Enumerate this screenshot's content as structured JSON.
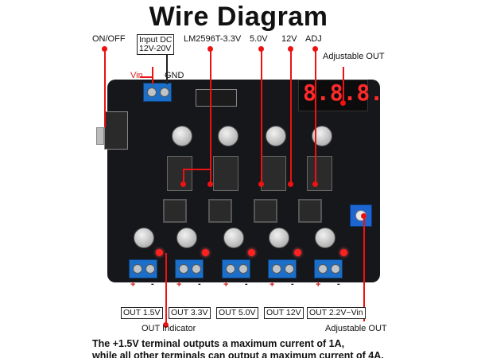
{
  "title": "Wire Diagram",
  "labels": {
    "on_off": "ON/OFF",
    "input_dc": "Input DC",
    "input_range": "12V-20V",
    "vin": "Vin",
    "gnd": "GND",
    "lm2596": "LM2596T-3.3V",
    "v5": "5.0V",
    "v12": "12V",
    "adj": "ADJ",
    "adjustable_out_top": "Adjustable OUT",
    "out_indicator": "OUT Indicator",
    "adjustable_out_bottom": "Adjustable OUT"
  },
  "display_digits": "8.8.8.",
  "outputs": [
    "OUT 1.5V",
    "OUT 3.3V",
    "OUT 5.0V",
    "OUT 12V",
    "OUT 2.2V~Vin"
  ],
  "plus_sign": "+",
  "minus_sign": "-",
  "notes": {
    "line1": "The +1.5V terminal outputs a maximum current of 1A,",
    "line2": "while all other terminals can output a maximum current of 4A."
  },
  "colors": {
    "board": "#15171a",
    "marker_red": "#e11111",
    "terminal_blue": "#1c6fc8",
    "display_red": "#ff2a2a"
  }
}
